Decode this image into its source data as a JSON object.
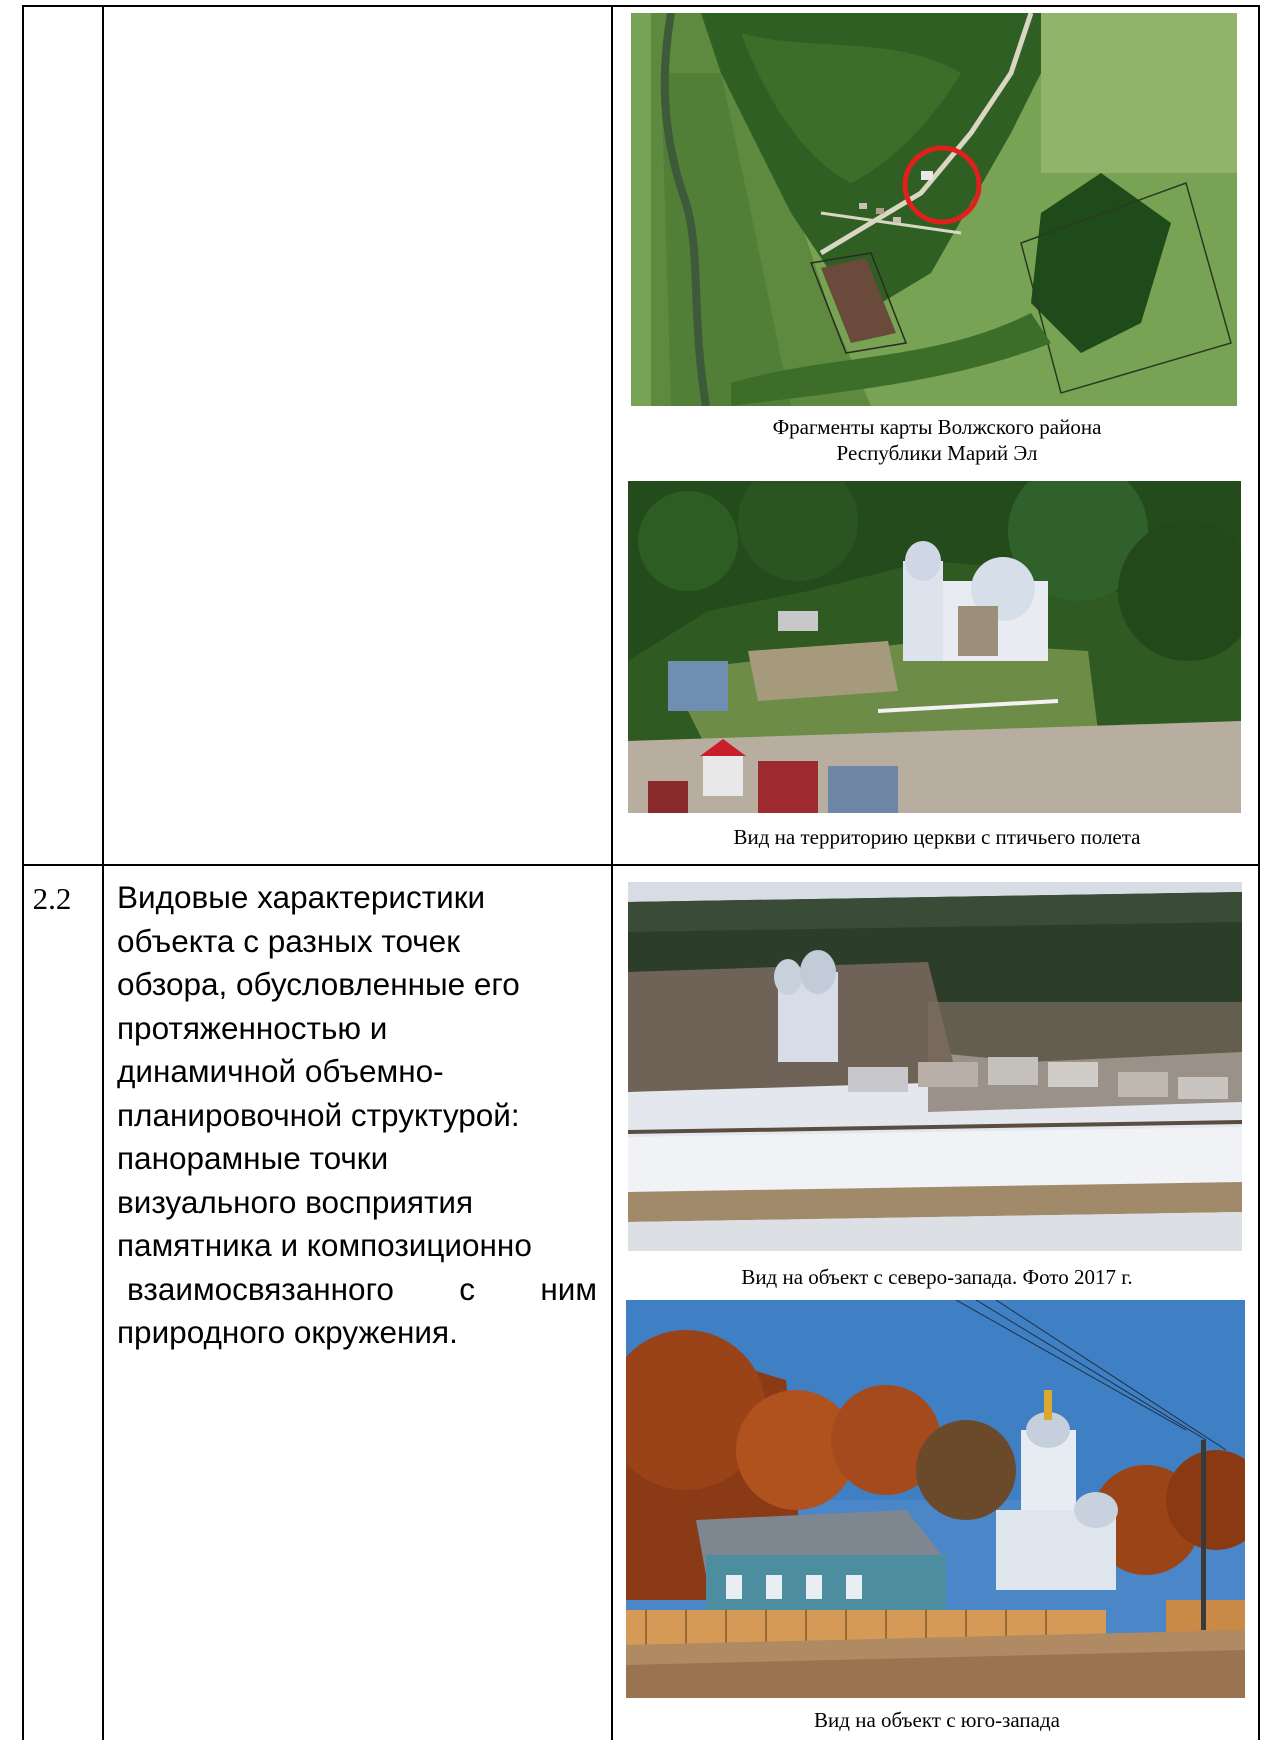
{
  "section": {
    "number": "2.2",
    "text_lines": [
      "Видовые характеристики",
      "объекта с разных точек",
      "обзора, обусловленные его",
      "протяженностью и",
      "динамичной объемно-",
      "планировочной структурой:",
      "панорамные точки",
      "визуального восприятия",
      "памятника и композиционно",
      "взаимосвязанного с ним",
      "природного окружения."
    ]
  },
  "figures": {
    "map_caption_line1": "Фрагменты карты Волжского района",
    "map_caption_line2": "Республики Марий Эл",
    "aerial_caption": "Вид на территорию церкви с птичьего полета",
    "nw_caption": "Вид на объект с северо-запада. Фото 2017 г.",
    "sw_caption": "Вид на объект с юго-запада"
  },
  "colors": {
    "map_marker": "#e0201c",
    "grid": "#000000"
  }
}
